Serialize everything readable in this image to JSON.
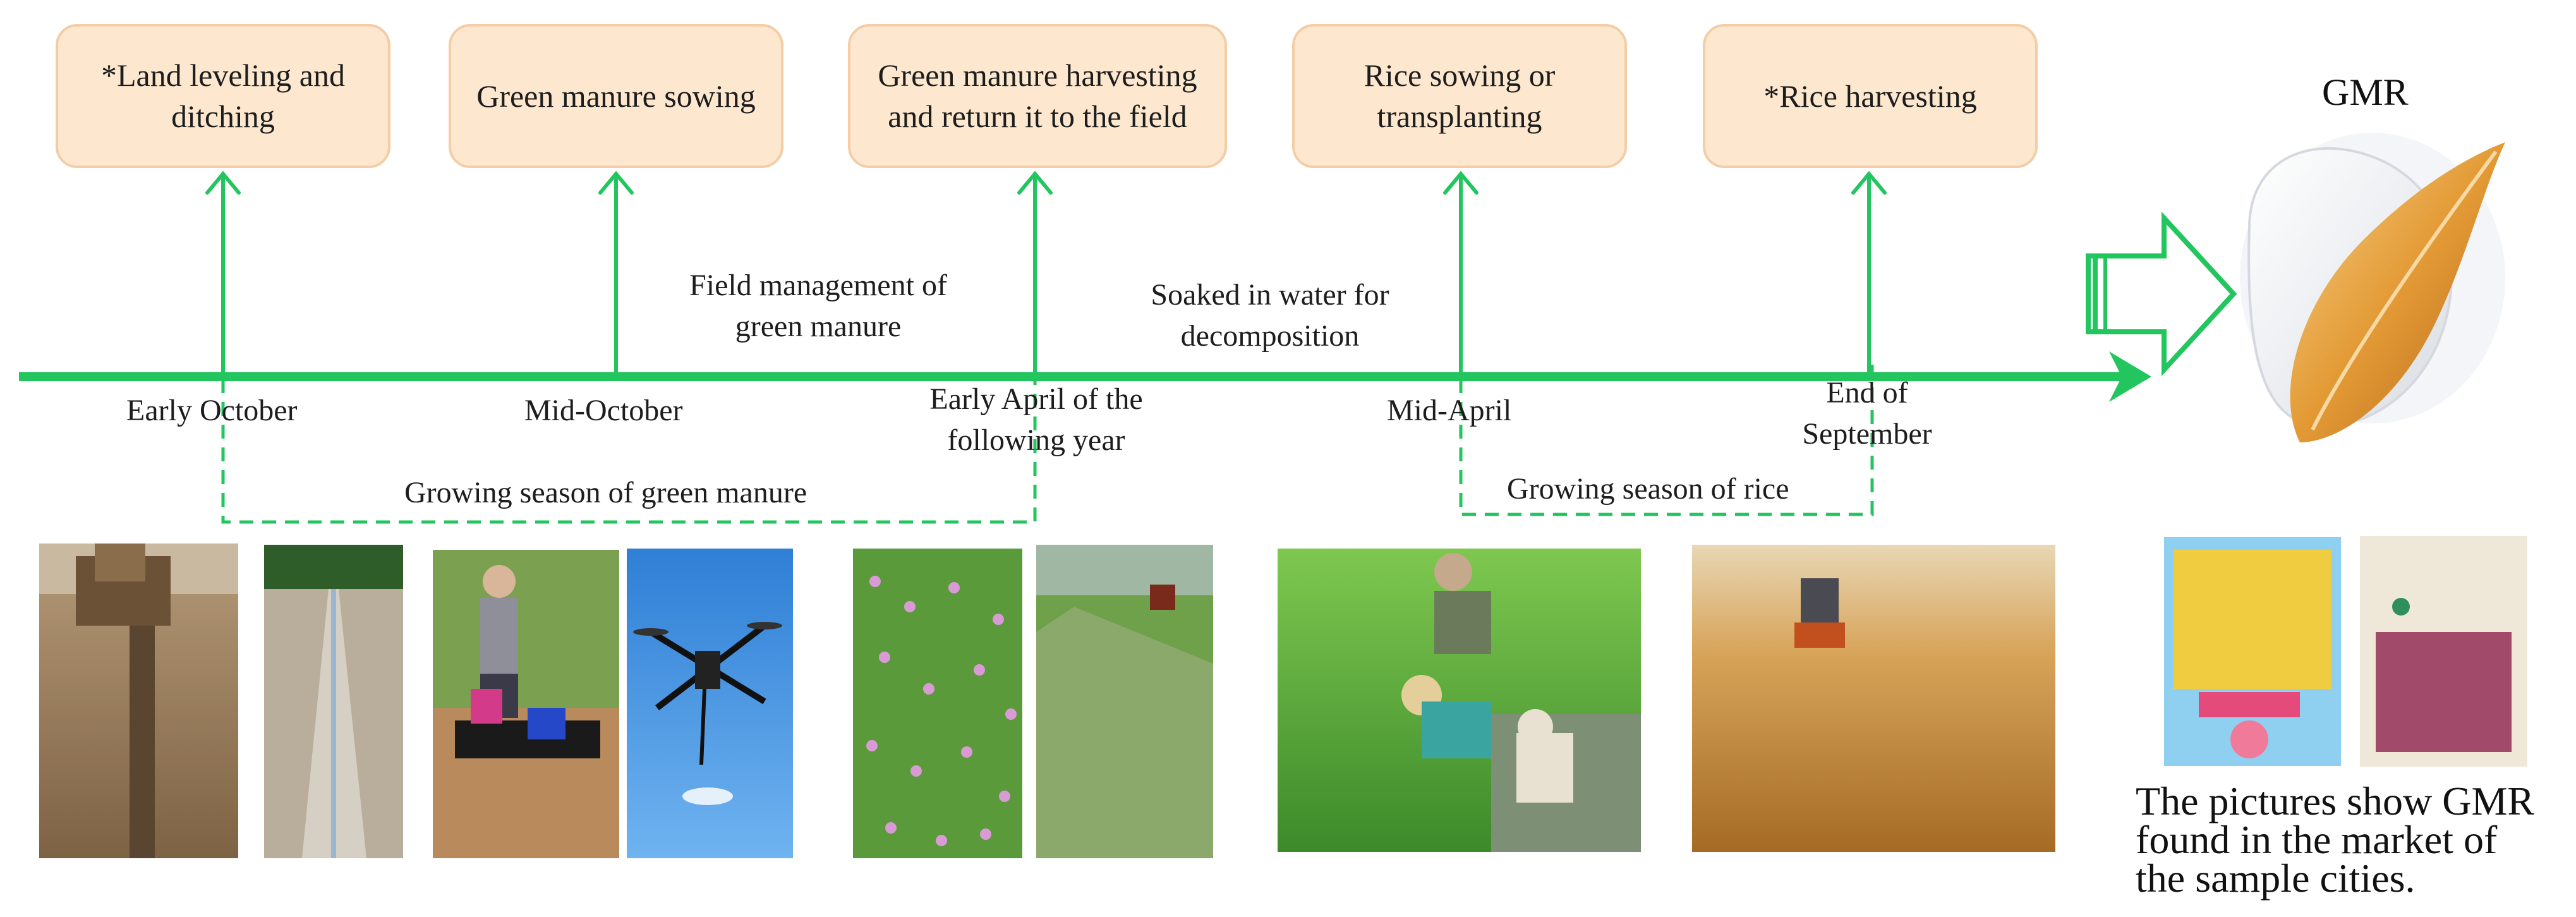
{
  "colors": {
    "accent": "#22c55e",
    "box_fill": "#fde8cf",
    "box_border": "#f3cda5"
  },
  "stages": [
    {
      "label": "*Land leveling and ditching"
    },
    {
      "label": "Green manure sowing"
    },
    {
      "label": "Green manure harvesting and return it to the field"
    },
    {
      "label": "Rice sowing or transplanting"
    },
    {
      "label": "*Rice harvesting"
    }
  ],
  "dates": [
    {
      "label": "Early October"
    },
    {
      "label": "Mid-October"
    },
    {
      "label": "Early April of the following year"
    },
    {
      "label": "Mid-April"
    },
    {
      "label": "End of September"
    }
  ],
  "processes": [
    {
      "label": "Field management of green manure"
    },
    {
      "label": "Soaked in water for decomposition"
    }
  ],
  "seasons": [
    {
      "label": "Growing season of green manure"
    },
    {
      "label": "Growing season of rice"
    }
  ],
  "product": {
    "title": "GMR",
    "caption": "The pictures show GMR found in the market of the sample cities."
  },
  "photos": [
    {
      "name": "land-leveling-photo"
    },
    {
      "name": "ditching-photo"
    },
    {
      "name": "sowing-machine-photo"
    },
    {
      "name": "drone-sowing-photo"
    },
    {
      "name": "green-manure-flowers-photo"
    },
    {
      "name": "green-manure-harvest-photo"
    },
    {
      "name": "rice-transplanting-photo"
    },
    {
      "name": "rice-harvesting-photo"
    },
    {
      "name": "gmr-package-1-photo"
    },
    {
      "name": "gmr-package-2-photo"
    }
  ]
}
